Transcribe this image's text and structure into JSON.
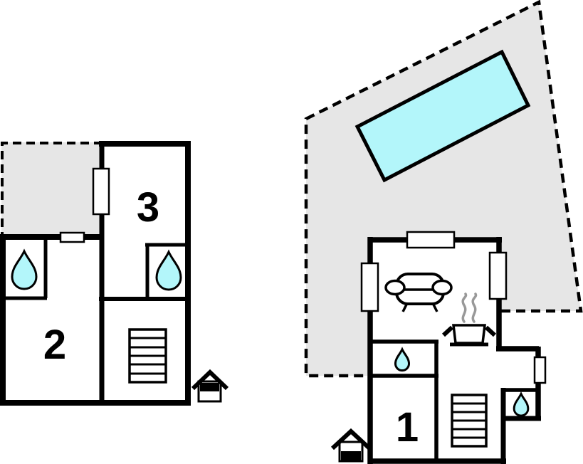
{
  "colors": {
    "background": "#ffffff",
    "outline": "#000000",
    "water": "#b3f6fa",
    "terrace": "#e6e6e6",
    "window": "#ffffff",
    "steam": "#999999"
  },
  "upper_floor": {
    "room_labels": {
      "bedroom_a": "2",
      "bedroom_b": "3"
    }
  },
  "ground_floor": {
    "room_labels": {
      "room_main": "1"
    }
  },
  "icons": {
    "water_drop": "water-drop-icon",
    "stairs": "stairs-icon",
    "sofa": "sofa-icon",
    "pot": "cooking-pot-icon",
    "steam": "steam-icon",
    "entrance": "entrance-house-icon",
    "pool": "swimming-pool",
    "terrace": "terrace-area",
    "window": "window-marker"
  }
}
